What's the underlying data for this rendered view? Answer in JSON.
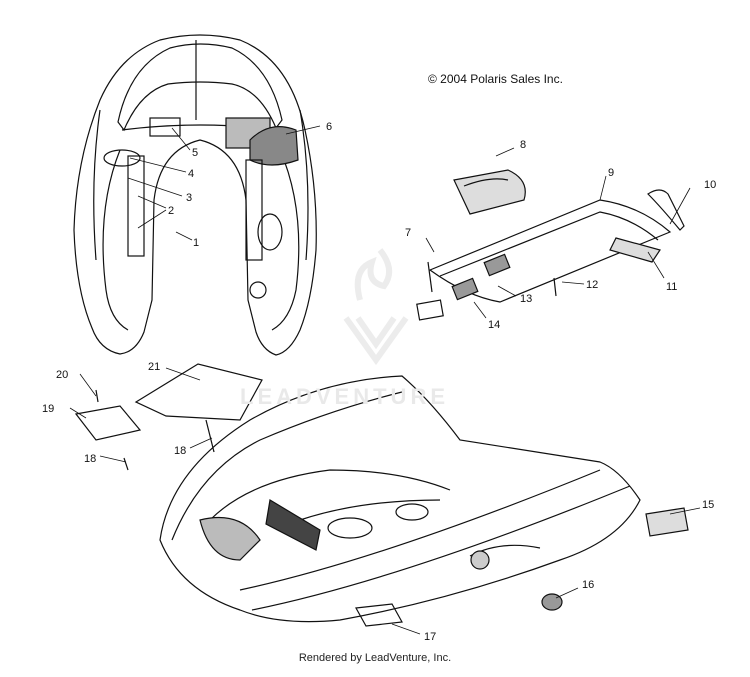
{
  "copyright": "© 2004 Polaris Sales Inc.",
  "footer": "Rendered by LeadVenture, Inc.",
  "watermark": "LEADVENTURE",
  "callouts": [
    "1",
    "2",
    "3",
    "4",
    "5",
    "6",
    "7",
    "8",
    "9",
    "10",
    "11",
    "12",
    "13",
    "14",
    "15",
    "16",
    "17",
    "18",
    "19",
    "20",
    "21",
    "18"
  ]
}
